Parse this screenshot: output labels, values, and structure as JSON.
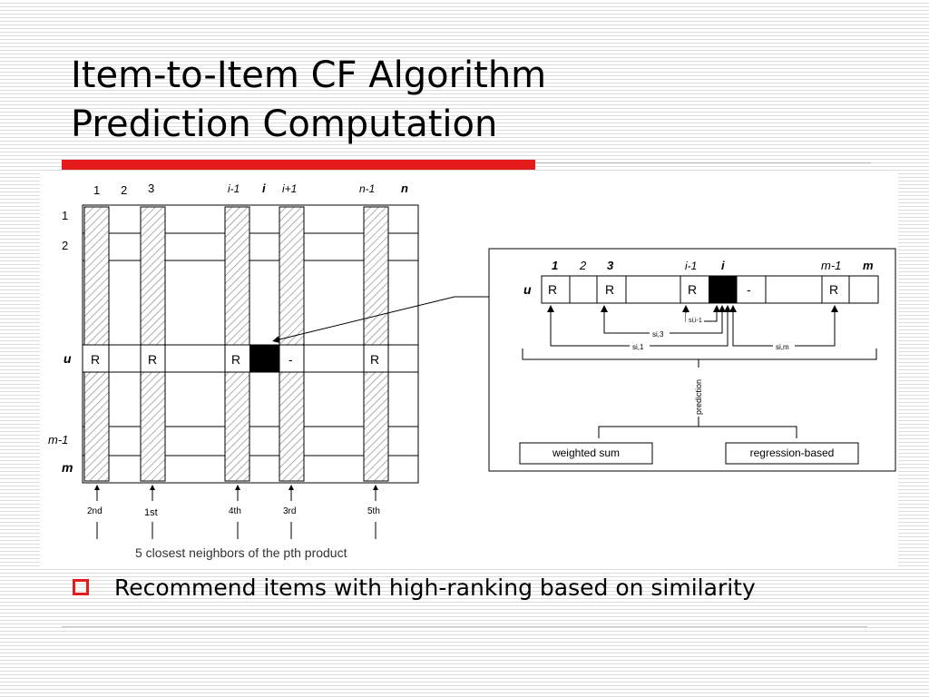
{
  "slide": {
    "title_line1": "Item-to-Item CF Algorithm",
    "title_line2": "Prediction Computation",
    "bullet": "Recommend items with high-ranking based on similarity"
  },
  "matrix": {
    "col_headers": [
      "1",
      "2",
      "3",
      "i-1",
      "i",
      "i+1",
      "n-1",
      "n"
    ],
    "row_headers": [
      "1",
      "2",
      "u",
      "m-1",
      "m"
    ],
    "u_row_cells": [
      "R",
      "R",
      "R",
      "-",
      "R"
    ],
    "neighbor_ranks": [
      "2nd",
      "1st",
      "4th",
      "3rd",
      "5th"
    ],
    "caption": "5 closest neighbors of the pth product"
  },
  "detail": {
    "col_headers": [
      "1",
      "2",
      "3",
      "i-1",
      "i",
      "m-1",
      "m"
    ],
    "row_label": "u",
    "cells": [
      "R",
      "R",
      "R",
      "-",
      "R"
    ],
    "sim_labels": [
      "si,i-1",
      "si,3",
      "si,1",
      "si,m"
    ],
    "prediction_label": "prediction",
    "method_left": "weighted sum",
    "method_right": "regression-based"
  },
  "colors": {
    "accent_red": "#e31b1b",
    "hatch": "#9a9a9a",
    "target_cell": "#000000"
  }
}
